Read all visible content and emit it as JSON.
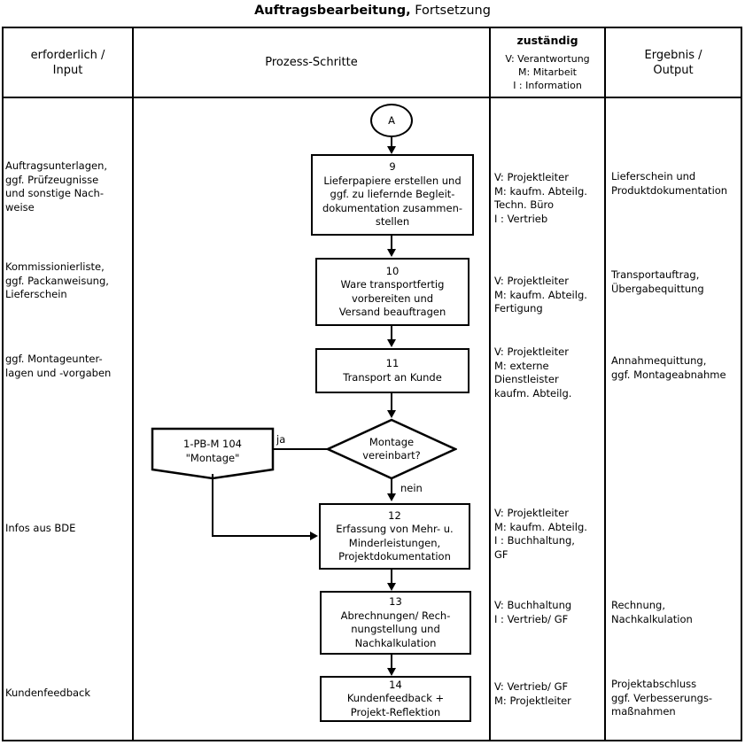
{
  "title": {
    "strong": "Auftragsbearbeitung,",
    "light": "Fortsetzung"
  },
  "columns": {
    "input": {
      "header": "erforderlich /\nInput"
    },
    "process": {
      "header": "Prozess-Schritte"
    },
    "responsible": {
      "header": "zuständig",
      "legend": "V: Verantwortung\nM: Mitarbeit\n I : Information"
    },
    "output": {
      "header": "Ergebnis /\nOutput"
    }
  },
  "connector": {
    "label": "A"
  },
  "edge_labels": {
    "yes": "ja",
    "no": "nein"
  },
  "decision": {
    "text": "Montage\nvereinbart?"
  },
  "reference_doc": {
    "text": "1-PB-M 104\n\"Montage\""
  },
  "steps": [
    {
      "number": "9",
      "text": "Lieferpapiere erstellen und\nggf. zu liefernde Begleit-\ndokumentation zusammen-\nstellen",
      "input": "Auftragsunterlagen,\nggf. Prüfzeugnisse\nund sonstige Nach-\nweise",
      "responsible": "V: Projektleiter\nM: kaufm. Abteilg.\n      Techn. Büro\n  I : Vertrieb",
      "output": "Lieferschein und\nProduktdokumentation"
    },
    {
      "number": "10",
      "text": "Ware transportfertig\nvorbereiten und\nVersand beauftragen",
      "input": "Kommissionierliste,\nggf. Packanweisung,\nLieferschein",
      "responsible": "V: Projektleiter\nM: kaufm. Abteilg.\n      Fertigung",
      "output": "Transportauftrag,\nÜbergabequittung"
    },
    {
      "number": "11",
      "text": "Transport an Kunde",
      "input": "ggf. Montageunter-\nlagen und -vorgaben",
      "responsible": "V: Projektleiter\nM: externe\n     Dienstleister\n     kaufm. Abteilg.",
      "output": "Annahmequittung,\nggf. Montageabnahme"
    },
    {
      "number": "12",
      "text": "Erfassung von Mehr- u.\nMinderleistungen,\nProjektdokumentation",
      "input": "Infos aus BDE",
      "responsible": "V: Projektleiter\nM: kaufm. Abteilg.\n  I : Buchhaltung,\n      GF",
      "output": ""
    },
    {
      "number": "13",
      "text": "Abrechnungen/ Rech-\nnungstellung und\nNachkalkulation",
      "input": "",
      "responsible": "V: Buchhaltung\n I : Vertrieb/ GF",
      "output": "Rechnung,\nNachkalkulation"
    },
    {
      "number": "14",
      "text": "Kundenfeedback +\nProjekt-Reflektion",
      "input": "Kundenfeedback",
      "responsible": "V: Vertrieb/ GF\nM: Projektleiter",
      "output": "Projektabschluss\nggf. Verbesserungs-\nmaßnahmen"
    }
  ],
  "colors": {
    "line": "#000000",
    "background": "#ffffff"
  }
}
